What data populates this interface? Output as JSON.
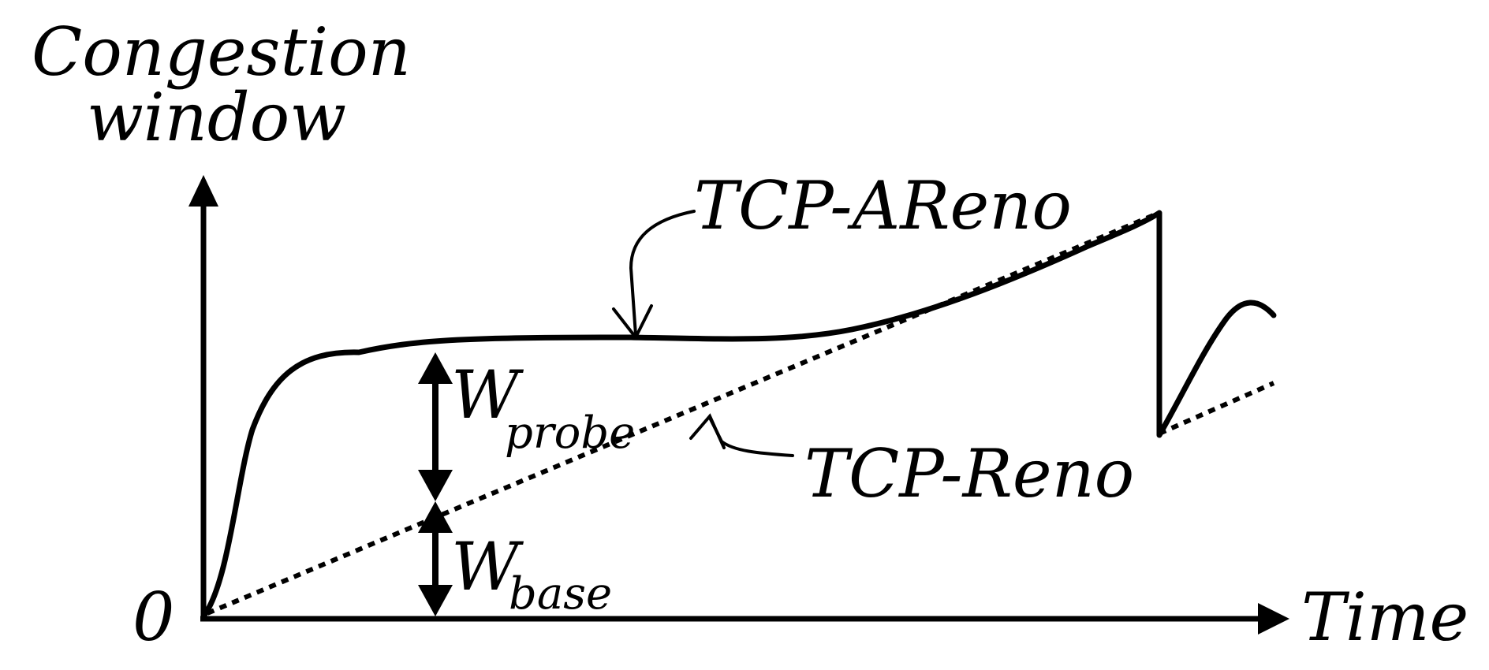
{
  "labels": {
    "y_axis_line1": "Congestion",
    "y_axis_line2": "window",
    "x_axis": "Time",
    "origin": "0",
    "series_areno": "TCP-AReno",
    "series_reno": "TCP-Reno",
    "w_probe_main": "W",
    "w_probe_sub": "probe",
    "w_base_main": "W",
    "w_base_sub": "base"
  }
}
